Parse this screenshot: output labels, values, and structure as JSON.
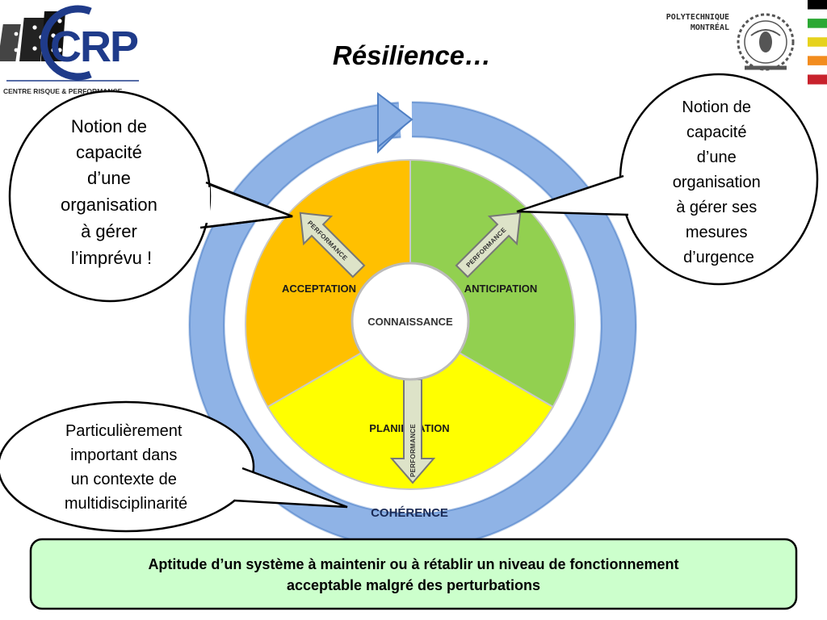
{
  "header": {
    "title": "Résilience…",
    "logo_left": {
      "name": "CRP",
      "subtitle": "CENTRE RISQUE & PERFORMANCE"
    },
    "logo_right": {
      "line1": "POLYTECHNIQUE",
      "line2": "MONTRÉAL"
    },
    "color_strip": [
      "#000000",
      "#ffffff",
      "#2ba833",
      "#ffffff",
      "#e6d21d",
      "#ffffff",
      "#f28c1e",
      "#ffffff",
      "#c8222c"
    ]
  },
  "diagram": {
    "center": "CONNAISSANCE",
    "segments": [
      {
        "label": "ACCEPTATION",
        "color": "#FFC000"
      },
      {
        "label": "ANTICIPATION",
        "color": "#92D050"
      },
      {
        "label": "PLANIFICATION",
        "color": "#FFFF00"
      }
    ],
    "arrow_label": "PERFORMANCE",
    "ring_label": "COHÉRENCE",
    "ring_color": "#7BA3DD"
  },
  "callouts": {
    "left_top": [
      "Notion de",
      "capacité",
      "d’une",
      "organisation",
      "à gérer",
      "l’imprévu !"
    ],
    "right_top": [
      "Notion de",
      "capacité",
      "d’une",
      "organisation",
      "à gérer ses",
      "mesures",
      "d’urgence"
    ],
    "left_bottom": [
      "Particulièrement",
      "important dans",
      "un contexte de",
      "multidisciplinarité"
    ]
  },
  "definition": {
    "line1": "Aptitude d’un système à maintenir ou à rétablir un niveau de fonctionnement",
    "line2": "acceptable malgré des perturbations",
    "bg_color": "#CCFFCC"
  }
}
